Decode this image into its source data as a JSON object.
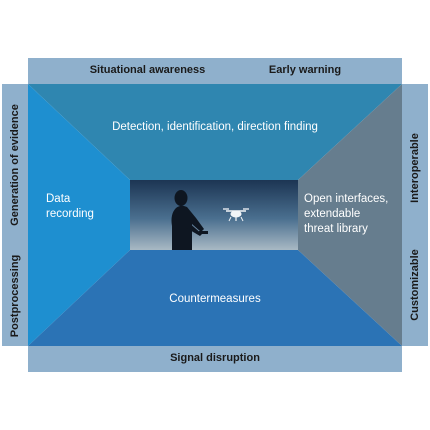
{
  "top_band": {
    "left_label": "Situational awareness",
    "right_label": "Early warning"
  },
  "bottom_band": {
    "label": "Signal disruption"
  },
  "left_band": {
    "upper_label": "Generation of evidence",
    "lower_label": "Postprocessing"
  },
  "right_band": {
    "upper_label": "Interoperable",
    "lower_label": "Customizable"
  },
  "panels": {
    "top": "Detection, identification, direction finding",
    "left_line1": "Data",
    "left_line2": "recording",
    "right_line1": "Open interfaces,",
    "right_line2": "extendable",
    "right_line3": "threat library",
    "bottom": "Countermeasures"
  },
  "center_image": {
    "icon": "drone-operator-photo-icon"
  },
  "colors": {
    "band": "#8fb0cc",
    "top_panel": "#2f86b0",
    "left_panel": "#1e8fd0",
    "right_panel": "#667d8e",
    "bottom_panel": "#2b73b5"
  }
}
